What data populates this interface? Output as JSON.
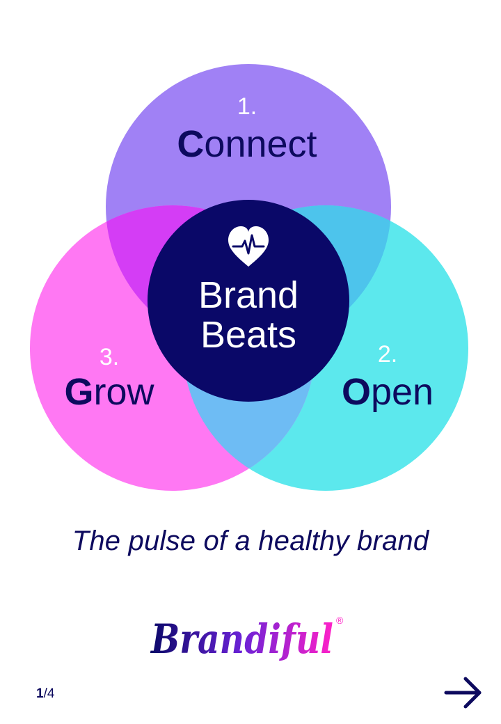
{
  "diagram": {
    "center": {
      "line1": "Brand",
      "line2": "Beats",
      "icon": "heart-pulse-icon"
    },
    "items": [
      {
        "num": "1.",
        "initial": "C",
        "rest": "onnect",
        "color": "#a081f5"
      },
      {
        "num": "2.",
        "initial": "O",
        "rest": "pen",
        "color": "#5ce8ed"
      },
      {
        "num": "3.",
        "initial": "G",
        "rest": "row",
        "color": "#ff78f3"
      }
    ],
    "colors": {
      "center": "#0a0868",
      "text": "#0d0a5e",
      "overlap_connect_grow": "#d43df5",
      "overlap_connect_open": "#4dc4ec",
      "overlap_open_grow": "#6ebcf4"
    }
  },
  "tagline": "The pulse of a healthy brand",
  "logo": {
    "text": "Brandiful",
    "mark": "®",
    "gradient": [
      "#0a0868",
      "#6a22d6",
      "#ff21c8"
    ]
  },
  "pager": {
    "current": "1",
    "sep_total": "/4"
  },
  "next_icon": "arrow-right-icon"
}
